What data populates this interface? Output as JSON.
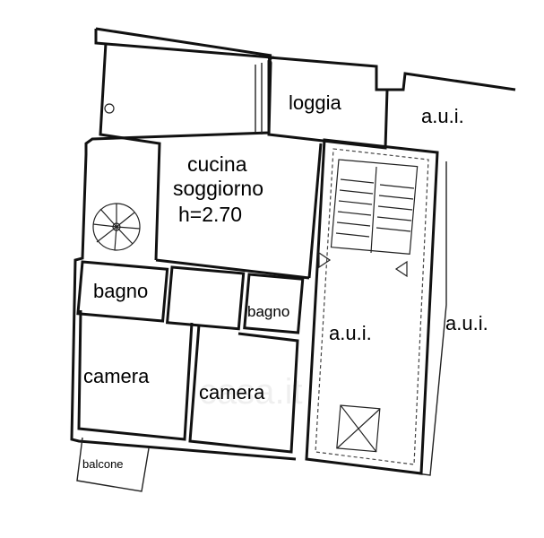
{
  "rooms": {
    "kitchen_line1": "cucina",
    "kitchen_line2": "soggiorno",
    "kitchen_height": "h=2.70",
    "loggia": "loggia",
    "bathroom_left": "bagno",
    "bathroom_right": "bagno",
    "bedroom_left": "camera",
    "bedroom_right": "camera",
    "balcony": "balcone",
    "other_unit_top": "a.u.i.",
    "other_unit_center": "a.u.i.",
    "other_unit_right": "a.u.i."
  },
  "watermark": "casa.it"
}
